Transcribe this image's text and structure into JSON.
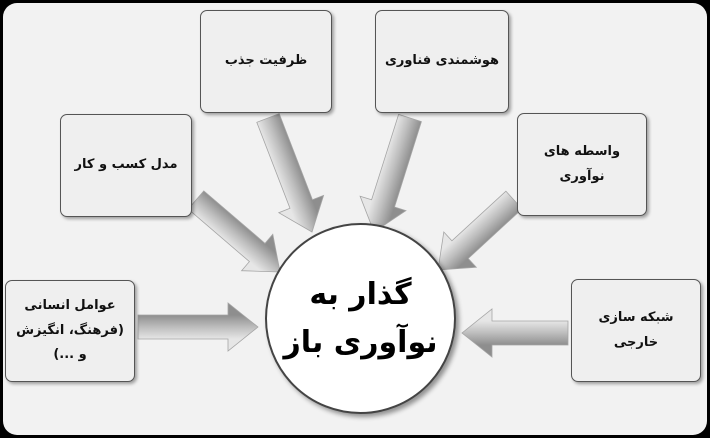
{
  "diagram": {
    "center": {
      "line1": "گذار به",
      "line2": "نوآوری باز"
    },
    "boxes": {
      "absorptive_capacity": "ظرفیت جذب",
      "tech_intelligence": "هوشمندی فناوری",
      "business_model": "مدل کسب و کار",
      "intermediaries": {
        "line1": "واسطه های",
        "line2": "نوآوری"
      },
      "human_factors": {
        "line1": "عوامل انسانی",
        "line2": "(فرهنگ، انگیزش",
        "line3": "و ...)"
      },
      "external_networking": {
        "line1": "شبکه سازی",
        "line2": "خارجی"
      }
    }
  },
  "colors": {
    "background": "#f2f2f2",
    "arrow_light": "#dedede",
    "arrow_dark": "#9a9a9a",
    "box_fill": "#efefef",
    "border": "#555555"
  }
}
